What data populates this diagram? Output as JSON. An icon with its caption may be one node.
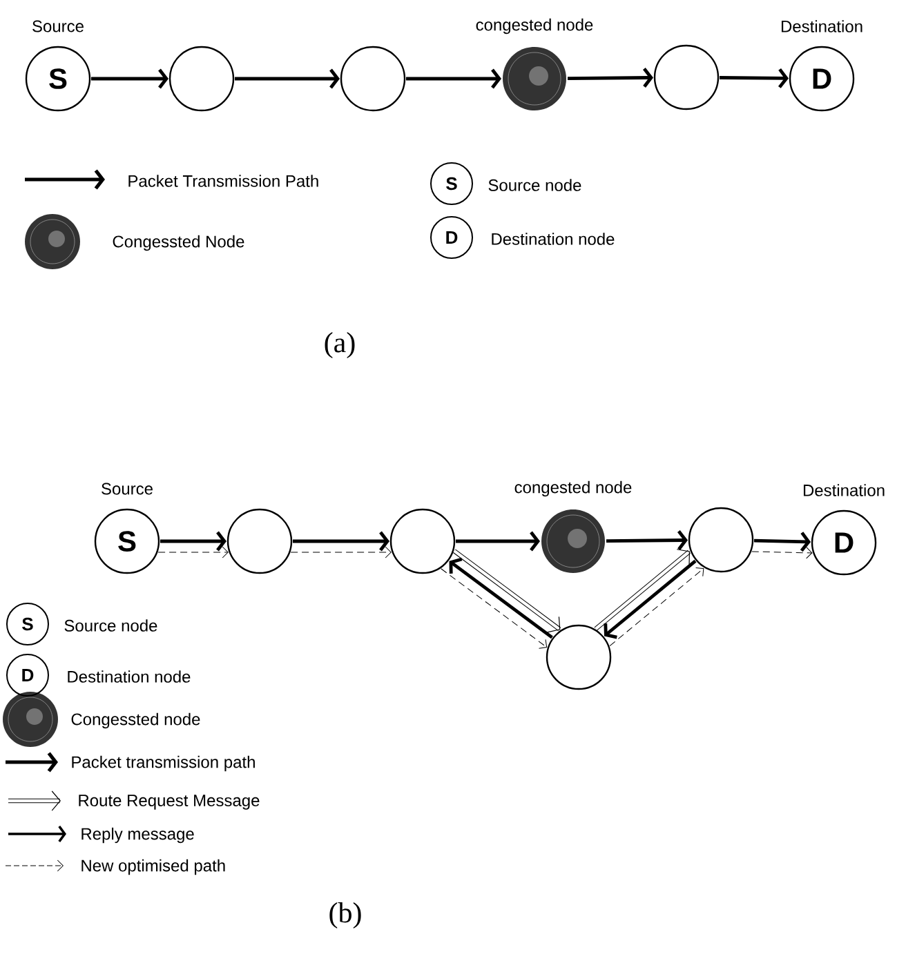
{
  "diagram": {
    "nodes": [
      {
        "text": [
          "S"
        ],
        "beside": [
          "Source"
        ]
      },
      {
        "text": [],
        "shape": "circle"
      },
      {
        "text": [],
        "shape": "circle"
      },
      {
        "text": [],
        "shape": "circle",
        "beside": [
          "congested node"
        ]
      },
      {
        "text": [],
        "shape": "circle"
      },
      {
        "text": [
          "D"
        ],
        "beside": [
          "Destination"
        ]
      },
      {
        "text": [
          "S"
        ],
        "beside": [
          "Source"
        ]
      },
      {
        "text": [],
        "shape": "circle"
      },
      {
        "text": [],
        "shape": "circle"
      },
      {
        "text": [],
        "shape": "circle",
        "beside": [
          "congested node"
        ]
      },
      {
        "text": [],
        "shape": "circle"
      },
      {
        "text": [
          "D"
        ],
        "beside": [
          "Destination"
        ]
      },
      {
        "text": [],
        "shape": "circle"
      }
    ],
    "edges": [
      {
        "from": 0,
        "to": 1,
        "arrow": "to"
      },
      {
        "from": 1,
        "to": 2,
        "arrow": "to"
      },
      {
        "from": 2,
        "to": 3,
        "arrow": "to"
      },
      {
        "from": 3,
        "to": 4,
        "arrow": "to"
      },
      {
        "from": 4,
        "to": 5,
        "arrow": "to"
      },
      {
        "from": 6,
        "to": 7,
        "arrow": "to"
      },
      {
        "from": 7,
        "to": 8,
        "arrow": "to"
      },
      {
        "from": 8,
        "to": 9,
        "arrow": "to"
      },
      {
        "from": 9,
        "to": 10,
        "arrow": "to"
      },
      {
        "from": 10,
        "to": 11,
        "arrow": "to"
      },
      {
        "from": 8,
        "to": 12,
        "arrow": "to"
      },
      {
        "from": 12,
        "to": 10,
        "arrow": "to"
      },
      {
        "from": 10,
        "to": 12,
        "arrow": "to"
      },
      {
        "from": 12,
        "to": 8,
        "arrow": "to"
      },
      {
        "from": 6,
        "to": 7,
        "arrow": "to",
        "style": "dashed"
      },
      {
        "from": 7,
        "to": 8,
        "arrow": "to",
        "style": "dashed"
      },
      {
        "from": 8,
        "to": 12,
        "arrow": "to",
        "style": "dashed"
      },
      {
        "from": 12,
        "to": 10,
        "arrow": "to",
        "style": "dashed"
      },
      {
        "from": 10,
        "to": 11,
        "arrow": "to",
        "style": "dashed"
      }
    ],
    "labels": [
      "S",
      "D",
      "(a)",
      "S",
      "D",
      "(b)"
    ],
    "legend": [
      {
        "text": "Packet Transmission Path"
      },
      {
        "text": "Congessted Node"
      },
      {
        "text": "Source node"
      },
      {
        "text": "Destination node"
      },
      {
        "text": "Source node"
      },
      {
        "text": "Destination node"
      },
      {
        "text": "Congessted node"
      },
      {
        "text": "Packet transmission path"
      },
      {
        "text": "Route Request Message"
      },
      {
        "text": "Reply message"
      },
      {
        "text": "New optimised path"
      }
    ]
  }
}
